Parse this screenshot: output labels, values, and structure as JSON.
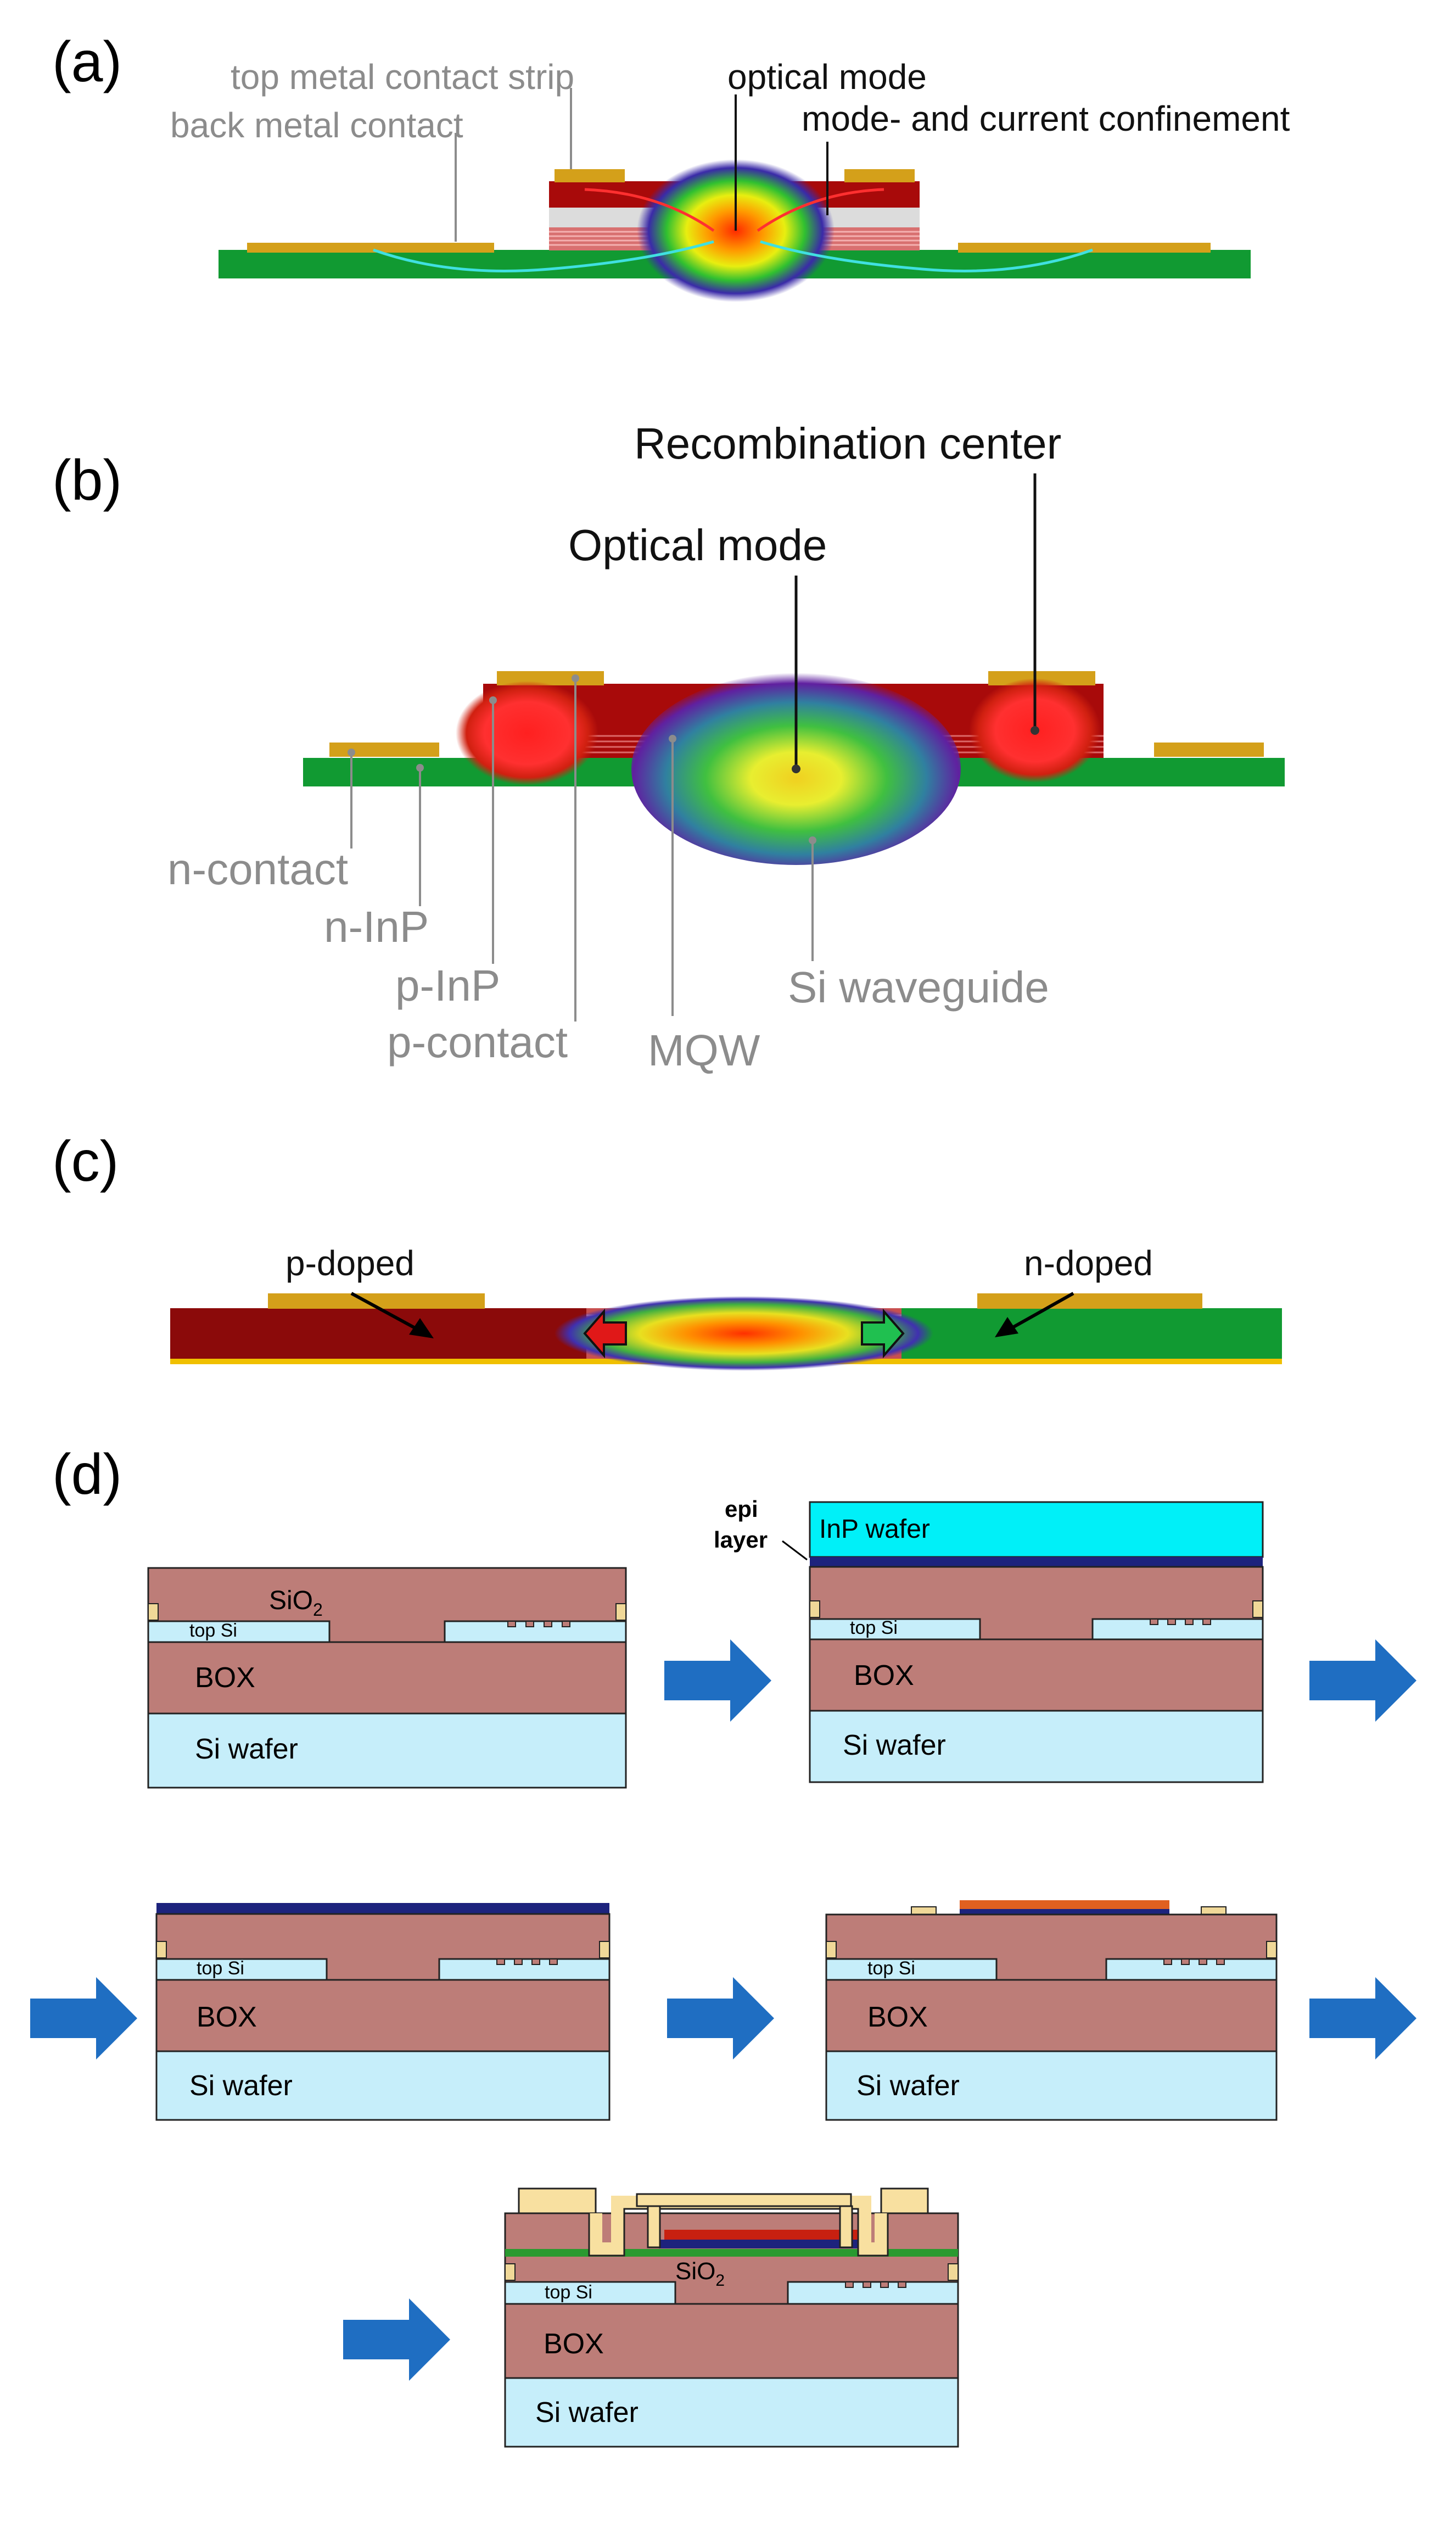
{
  "panels": {
    "a": {
      "label": "(a)",
      "top_metal": "top metal contact strip",
      "back_metal": "back metal contact",
      "optical_mode": "optical mode",
      "confinement": "mode- and current confinement"
    },
    "b": {
      "label": "(b)",
      "recombination": "Recombination center",
      "optical_mode": "Optical mode",
      "n_contact": "n-contact",
      "n_inp": "n-InP",
      "p_inp": "p-InP",
      "p_contact": "p-contact",
      "mqw": "MQW",
      "si_waveguide": "Si waveguide"
    },
    "c": {
      "label": "(c)",
      "p_doped": "p-doped",
      "n_doped": "n-doped"
    },
    "d": {
      "label": "(d)",
      "sio2": "SiO",
      "sio2_sub": "2",
      "top_si": "top Si",
      "box": "BOX",
      "si_wafer": "Si wafer",
      "inp_wafer": "InP wafer",
      "epi": "epi",
      "layer": "layer"
    }
  },
  "colors": {
    "green": "#119a32",
    "gold": "#d4a01a",
    "darkred": "#8b0a0a",
    "oxide": "#bd7d78",
    "si_light": "#c6eefa",
    "inp": "#00f0f8",
    "epi_blue": "#1d237d",
    "arrow_blue": "#1f6ec2"
  }
}
